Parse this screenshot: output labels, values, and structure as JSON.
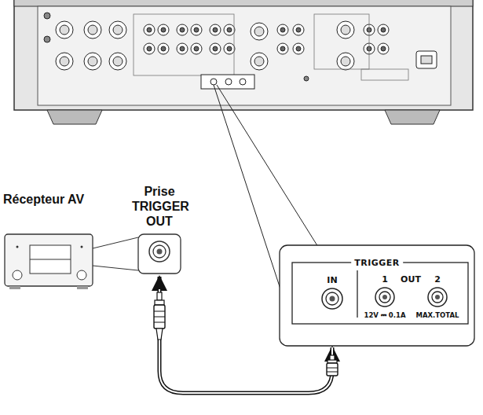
{
  "diagram": {
    "nodes": [
      {
        "text": [
          "Récepteur AV"
        ]
      },
      {
        "text": [
          "Prise TRIGGER OUT"
        ]
      },
      {
        "text": [
          "TRIGGER"
        ]
      }
    ],
    "edges": [
      {
        "from": 1,
        "to": 2,
        "arrow": "both"
      }
    ],
    "labels": [
      "IN",
      "1",
      "OUT",
      "2",
      "12V ⎓ 0.1A",
      "MAX.TOTAL"
    ]
  }
}
